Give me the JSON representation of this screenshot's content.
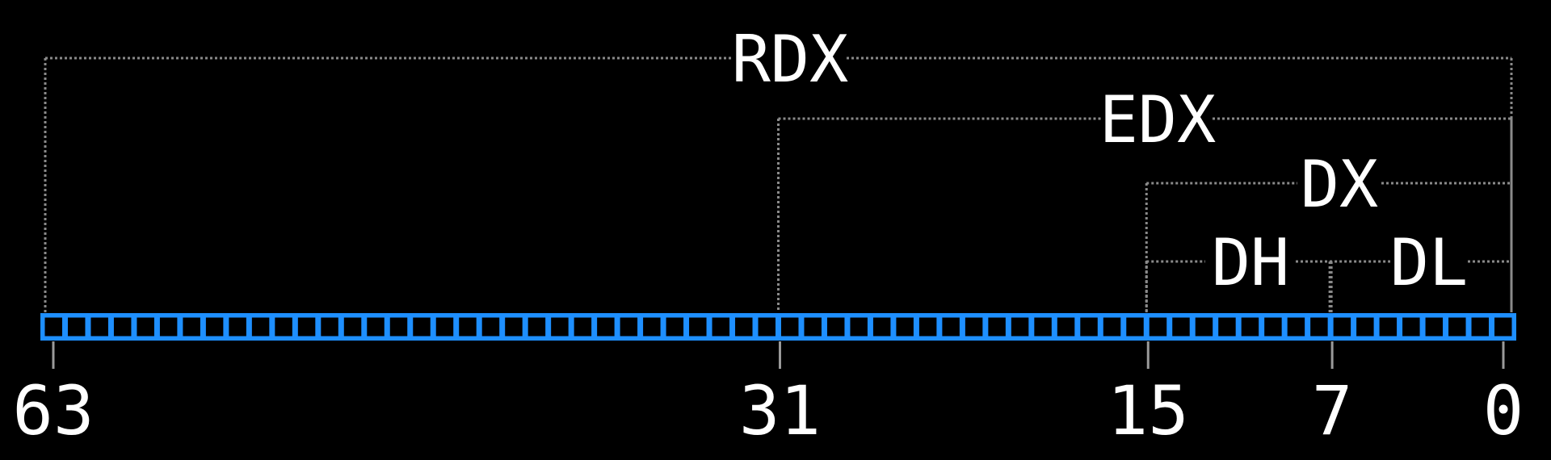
{
  "registers": [
    {
      "name": "RDX",
      "high_bit": 63,
      "low_bit": 0
    },
    {
      "name": "EDX",
      "high_bit": 31,
      "low_bit": 0
    },
    {
      "name": "DX",
      "high_bit": 15,
      "low_bit": 0
    },
    {
      "name": "DH",
      "high_bit": 15,
      "low_bit": 8
    },
    {
      "name": "DL",
      "high_bit": 7,
      "low_bit": 0
    }
  ],
  "bit_markers": [
    "63",
    "31",
    "15",
    "7",
    "0"
  ],
  "bit_count": 64,
  "colors": {
    "background": "#000000",
    "bit_cell": "#1e8fff",
    "text": "#ffffff",
    "bracket": "#8a8a8a",
    "tick": "#9a9a9a"
  }
}
